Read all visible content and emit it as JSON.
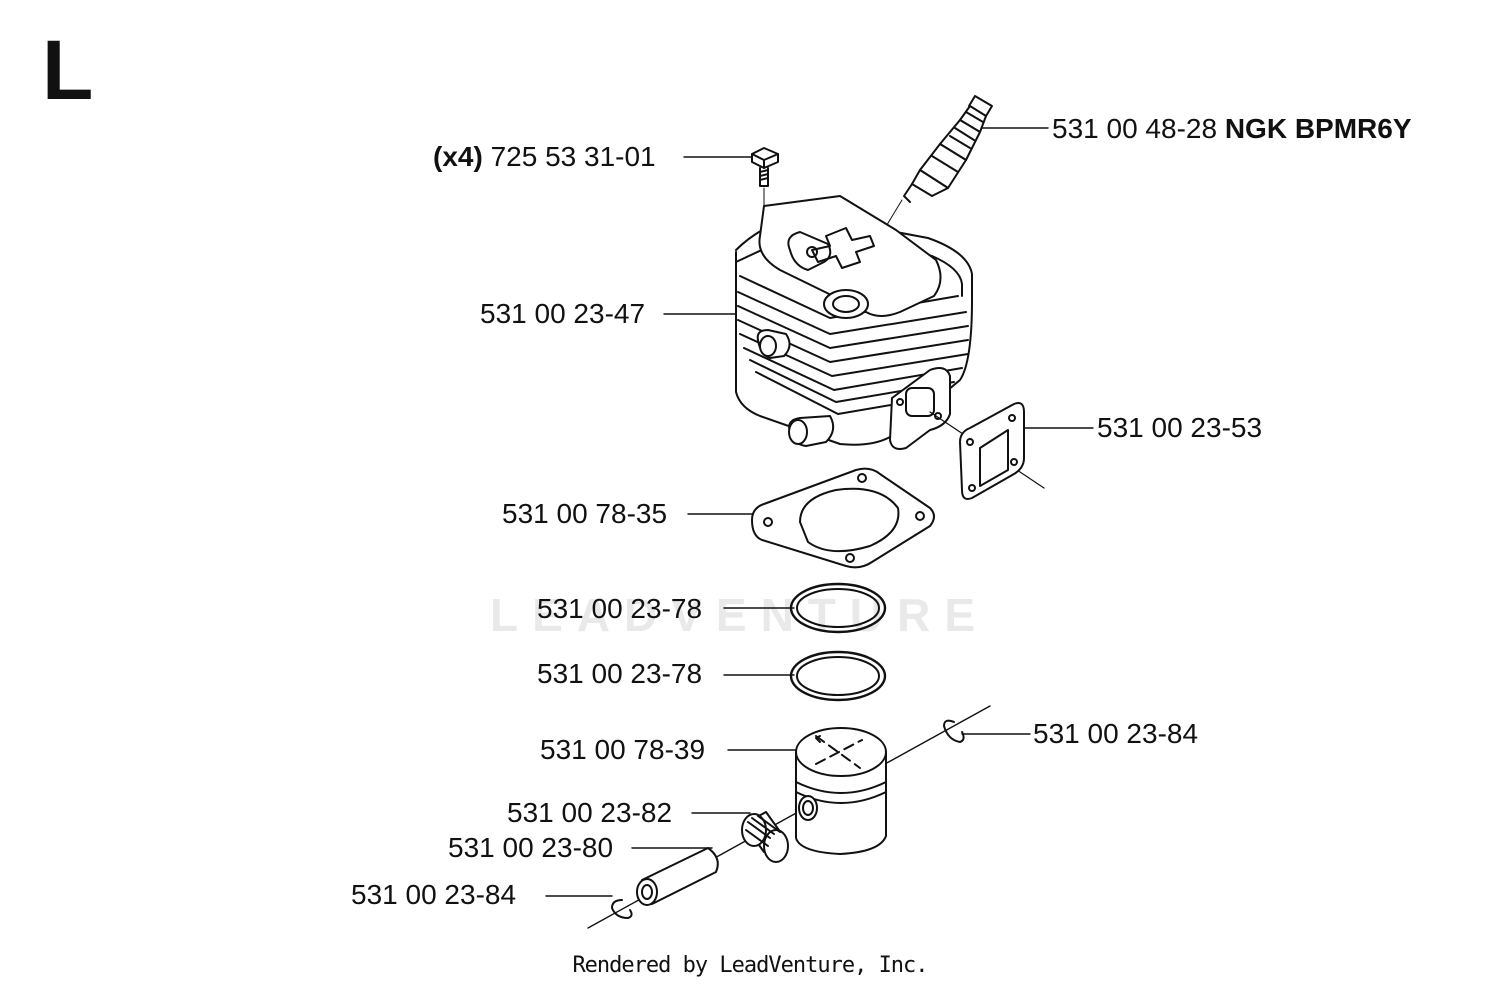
{
  "section_letter": "L",
  "watermark": "LEADVENTURE",
  "footer": "Rendered by LeadVenture, Inc.",
  "parts": {
    "screw": {
      "qty": "(x4)",
      "number": "725 53 31-01"
    },
    "spark_plug": {
      "number": "531 00 48-28",
      "spec": "NGK BPMR6Y"
    },
    "cylinder": {
      "number": "531 00 23-47"
    },
    "exhaust_gasket": {
      "number": "531 00 23-53"
    },
    "base_gasket": {
      "number": "531 00 78-35"
    },
    "ring_upper": {
      "number": "531 00 23-78"
    },
    "ring_lower": {
      "number": "531 00 23-78"
    },
    "piston": {
      "number": "531 00 78-39"
    },
    "circlip_right": {
      "number": "531 00 23-84"
    },
    "needle_bearing": {
      "number": "531 00 23-82"
    },
    "piston_pin": {
      "number": "531 00 23-80"
    },
    "circlip_left": {
      "number": "531 00 23-84"
    }
  }
}
